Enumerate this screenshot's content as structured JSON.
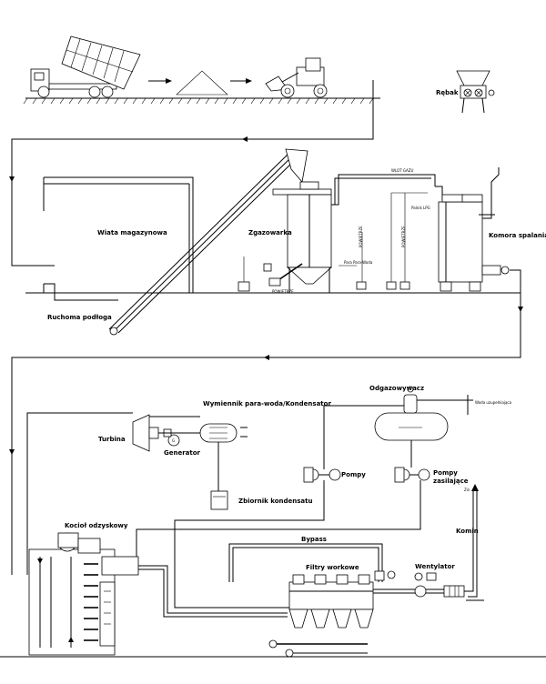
{
  "labels": {
    "rebak": "Rębak",
    "wiata": "Wiata magazynowa",
    "zgazowarka": "Zgazowarka",
    "komora": "Komora spalania",
    "ruchoma": "Ruchoma podłoga",
    "wymiennik": "Wymiennik para-woda/Kondensator",
    "turbina": "Turbina",
    "generator": "Generator",
    "zbiornik": "Zbiornik kondensatu",
    "odgazowywacz": "Odgazowywacz",
    "pompy": "Pompy",
    "pompy_zasilajace": "Pompy\nzasilające",
    "kociol": "Kocioł odzyskowy",
    "bypass": "Bypass",
    "filtry": "Filtry workowe",
    "wentylator": "Wentylator",
    "komin": "Komin",
    "gen_symbol": "G"
  },
  "small_labels": {
    "wlot_gazu": "WLOT GAZU",
    "palnik_lpg": "Palnik\nLPG",
    "powietrze_1": "POWIETRZE",
    "powietrze_2": "POWIETRZE",
    "powietrze_3": "POWIETRZE",
    "para_woda": "Para\nPara-Woda",
    "woda_uzupelniajaca": "Woda uzupełniająca",
    "zin": "Zin"
  }
}
